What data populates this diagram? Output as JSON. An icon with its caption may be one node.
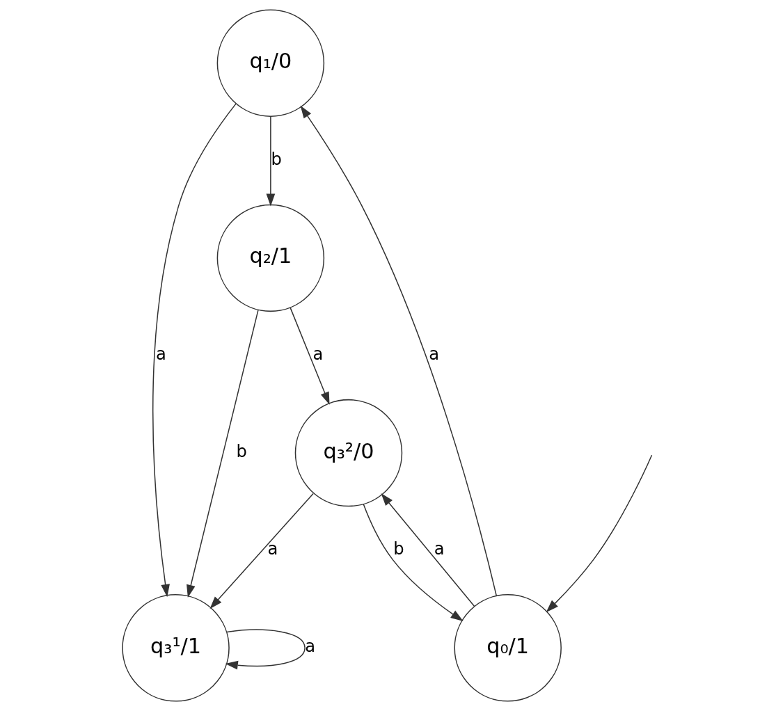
{
  "diagram": {
    "nodes": [
      {
        "text": [
          "q₁/0"
        ]
      },
      {
        "text": [
          "q₂/1"
        ]
      },
      {
        "text": [
          "q₀/1"
        ]
      },
      {
        "text": [
          "q₃¹/1"
        ]
      },
      {
        "text": [
          "q₃²/0"
        ]
      }
    ],
    "edges": [
      {
        "from": null,
        "to": 2,
        "arrow": "to"
      },
      {
        "from": 2,
        "to": 0,
        "label": "a",
        "arrow": "to"
      },
      {
        "from": 0,
        "to": 1,
        "label": "b",
        "arrow": "to"
      },
      {
        "from": 0,
        "to": 3,
        "label": "a",
        "arrow": "to"
      },
      {
        "from": 1,
        "to": 3,
        "label": "b",
        "arrow": "to"
      },
      {
        "from": 1,
        "to": 4,
        "label": "a",
        "arrow": "to"
      },
      {
        "from": 3,
        "to": 3,
        "label": "a",
        "arrow": "to"
      },
      {
        "from": 4,
        "to": 3,
        "label": "a",
        "arrow": "to"
      },
      {
        "from": 2,
        "to": 4,
        "label": "a",
        "arrow": "to"
      },
      {
        "from": 4,
        "to": 2,
        "label": "b",
        "arrow": "to"
      }
    ]
  }
}
